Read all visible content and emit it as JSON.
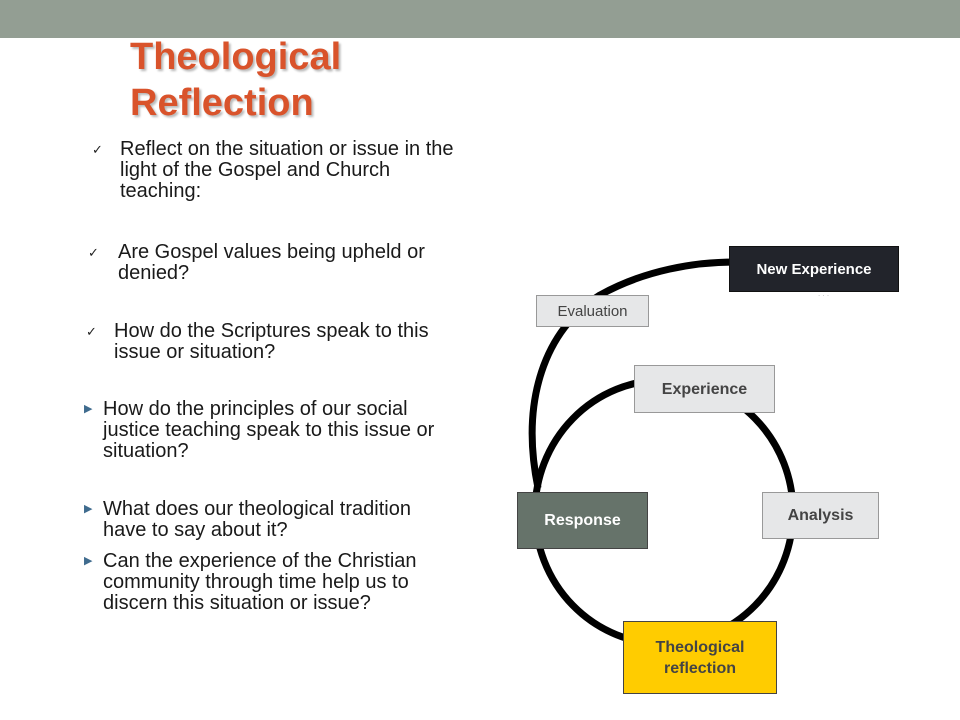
{
  "colors": {
    "top_band": "#939e93",
    "title": "#d9532b",
    "box_dark": "#22242b",
    "box_grey_green": "#66736a",
    "box_light": "#e6e7e8",
    "box_yellow": "#ffcc00",
    "cycle_stroke": "#000000"
  },
  "slide": {
    "title": "Theological Reflection",
    "bullets": [
      {
        "marker": "check-icon",
        "text": "Reflect on the situation or issue in the light of the Gospel and Church teaching:"
      },
      {
        "marker": "check-icon",
        "text": "Are Gospel values being upheld or denied?"
      },
      {
        "marker": "check-icon",
        "text": "How do the Scriptures speak to this issue or situation?"
      },
      {
        "marker": "arrow-icon",
        "text": "How do the principles of our social justice teaching speak to this issue or situation?"
      },
      {
        "marker": "arrow-icon",
        "text": "What does our theological tradition have to say about it?"
      },
      {
        "marker": "arrow-icon",
        "text": "Can the experience of the Christian community through time help us to discern this situation or issue?"
      }
    ]
  },
  "cycle": {
    "new_experience": "New Experience",
    "evaluation": "Evaluation",
    "experience": "Experience",
    "response": "Response",
    "analysis": "Analysis",
    "theological_reflection": "Theological reflection"
  }
}
